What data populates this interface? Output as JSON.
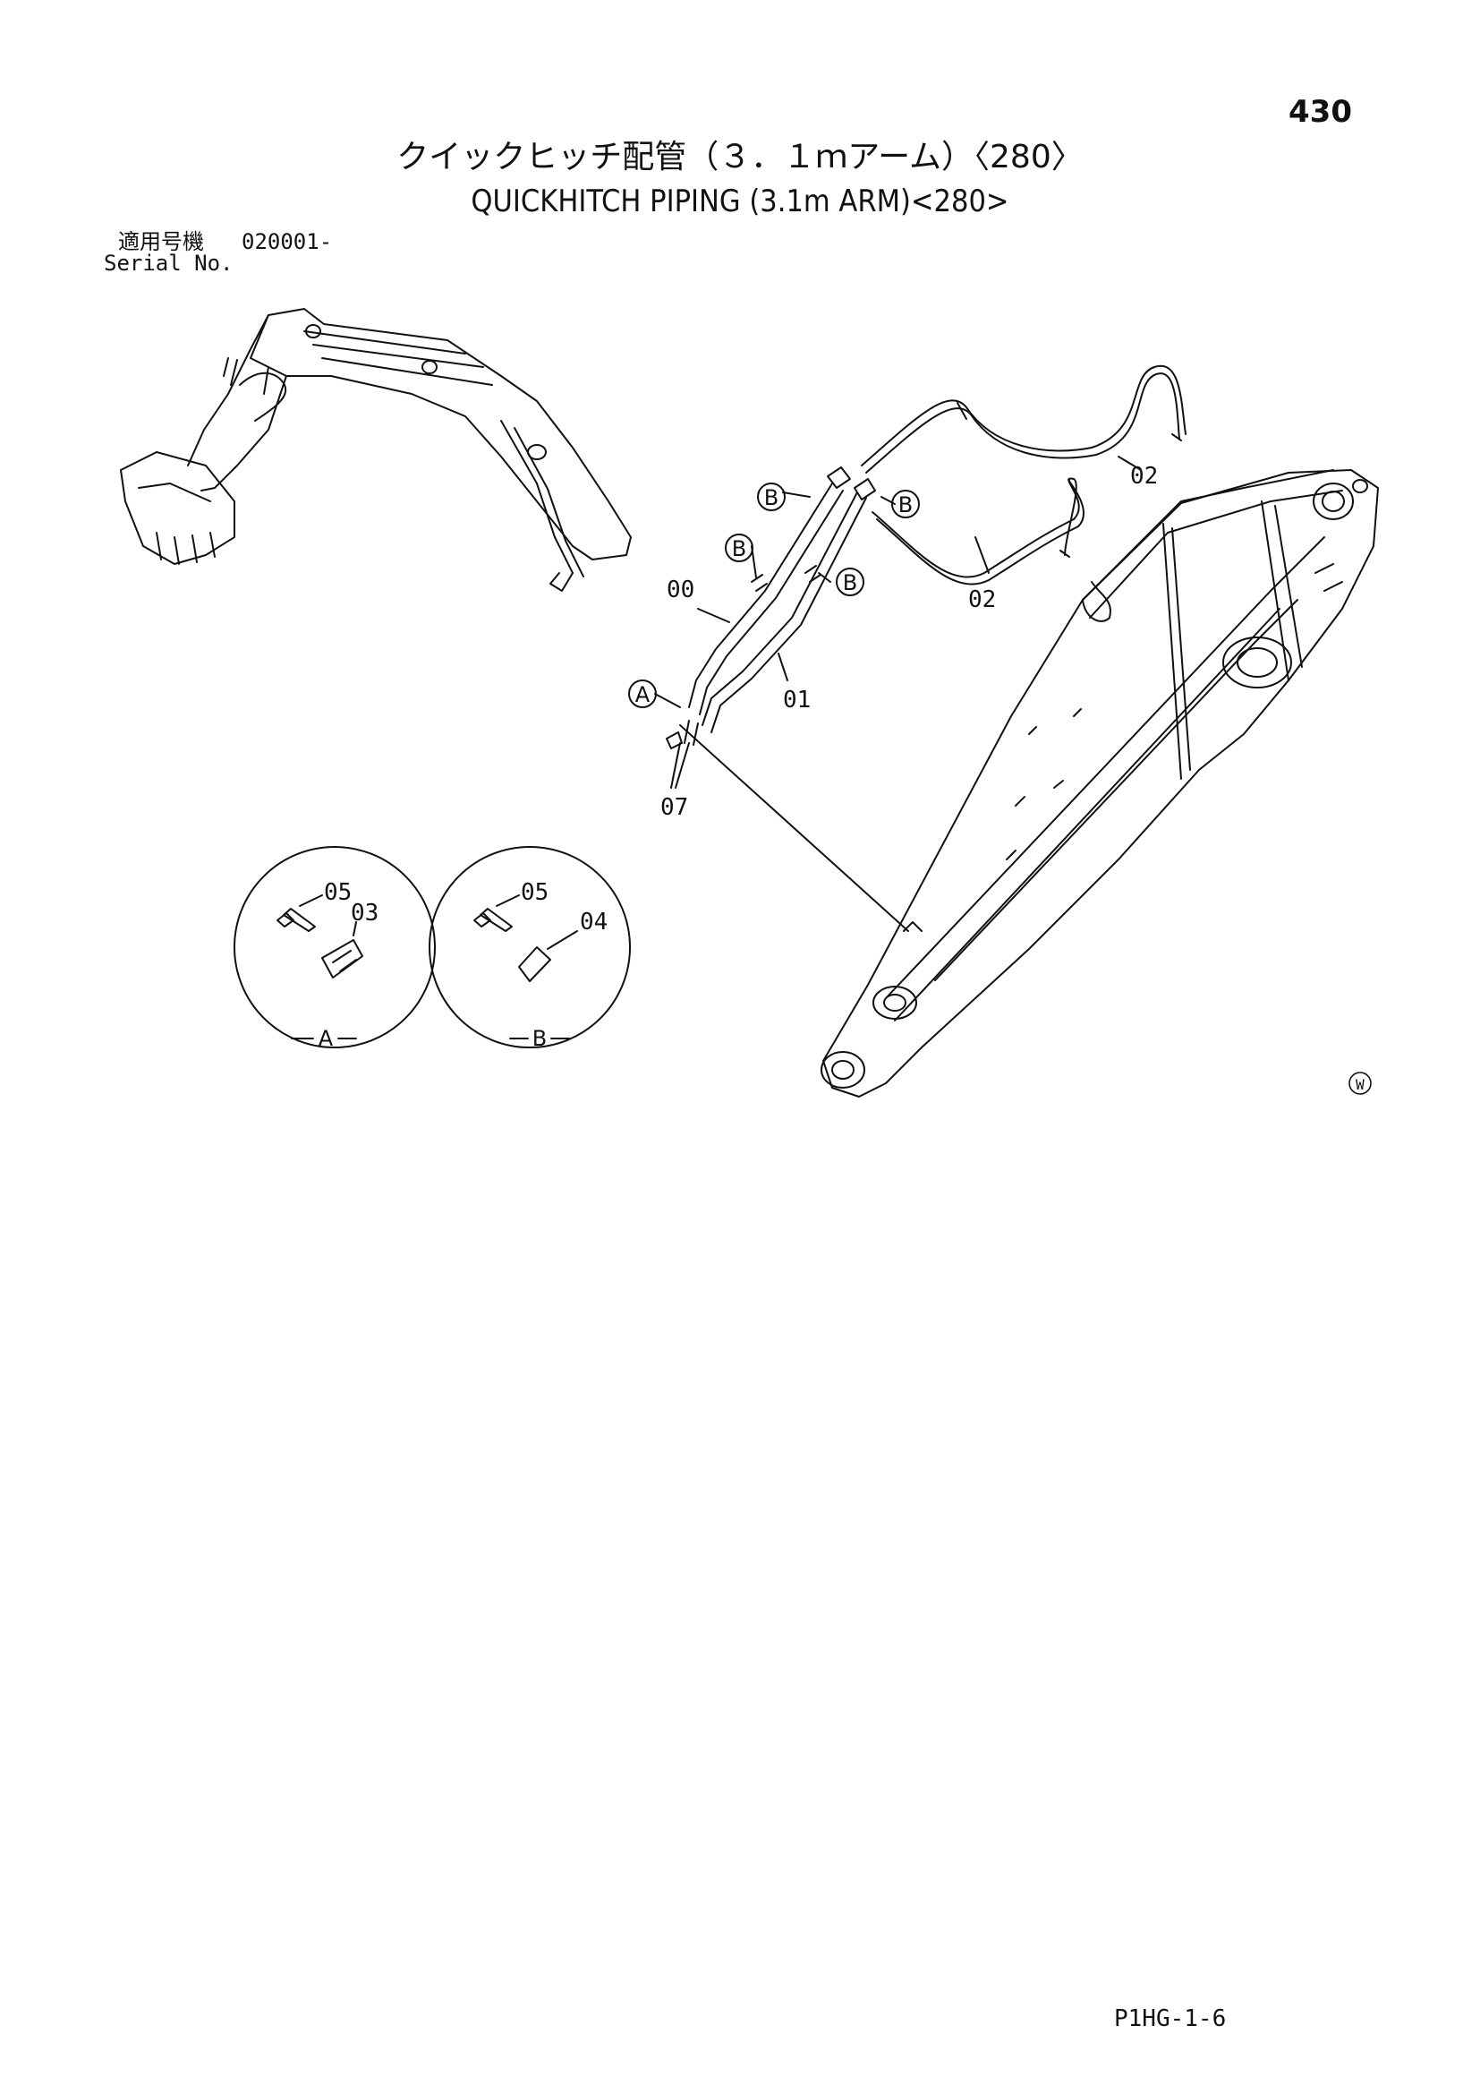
{
  "page_number": "430",
  "title_jp": "クイックヒッチ配管（３．１ｍアーム）〈280〉",
  "title_en": "QUICKHITCH PIPING (3.1m ARM)<280>",
  "serial": {
    "label_jp": "適用号機",
    "value": "020001-",
    "label_en": "Serial No."
  },
  "callouts": {
    "p00": "00",
    "p01": "01",
    "p02a": "02",
    "p02b": "02",
    "p03": "03",
    "p04": "04",
    "p05a": "05",
    "p05b": "05",
    "p07": "07"
  },
  "markers": {
    "a": "A",
    "b1": "B",
    "b2": "B",
    "b3": "B",
    "b4": "B"
  },
  "detail_labels": {
    "a": "A",
    "b": "B"
  },
  "corner_mark": "W",
  "footer_code": "P1HG-1-6"
}
